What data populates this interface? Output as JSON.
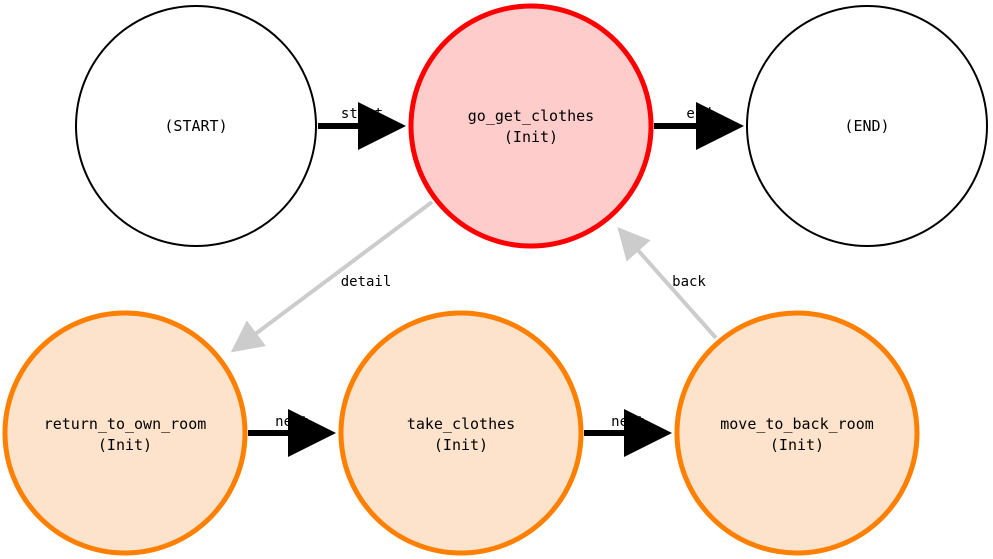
{
  "nodes": {
    "start": {
      "label": "(START)",
      "sublabel": ""
    },
    "go_get_clothes": {
      "label": "go_get_clothes",
      "sublabel": "(Init)"
    },
    "end": {
      "label": "(END)",
      "sublabel": ""
    },
    "return_to_own_room": {
      "label": "return_to_own_room",
      "sublabel": "(Init)"
    },
    "take_clothes": {
      "label": "take_clothes",
      "sublabel": "(Init)"
    },
    "move_to_back_room": {
      "label": "move_to_back_room",
      "sublabel": "(Init)"
    }
  },
  "edges": {
    "start": "start",
    "end": "end",
    "detail": "detail",
    "back": "back",
    "next_1": "next",
    "next_2": "next"
  },
  "colors": {
    "active_fill": "#ffcccc",
    "active_stroke": "#ff0000",
    "child_fill": "#fde3cb",
    "child_stroke": "#ff8000",
    "plain_fill": "#ffffff",
    "plain_stroke": "#000000",
    "hierarchy_edge": "#cccccc",
    "sequence_edge": "#000000"
  }
}
